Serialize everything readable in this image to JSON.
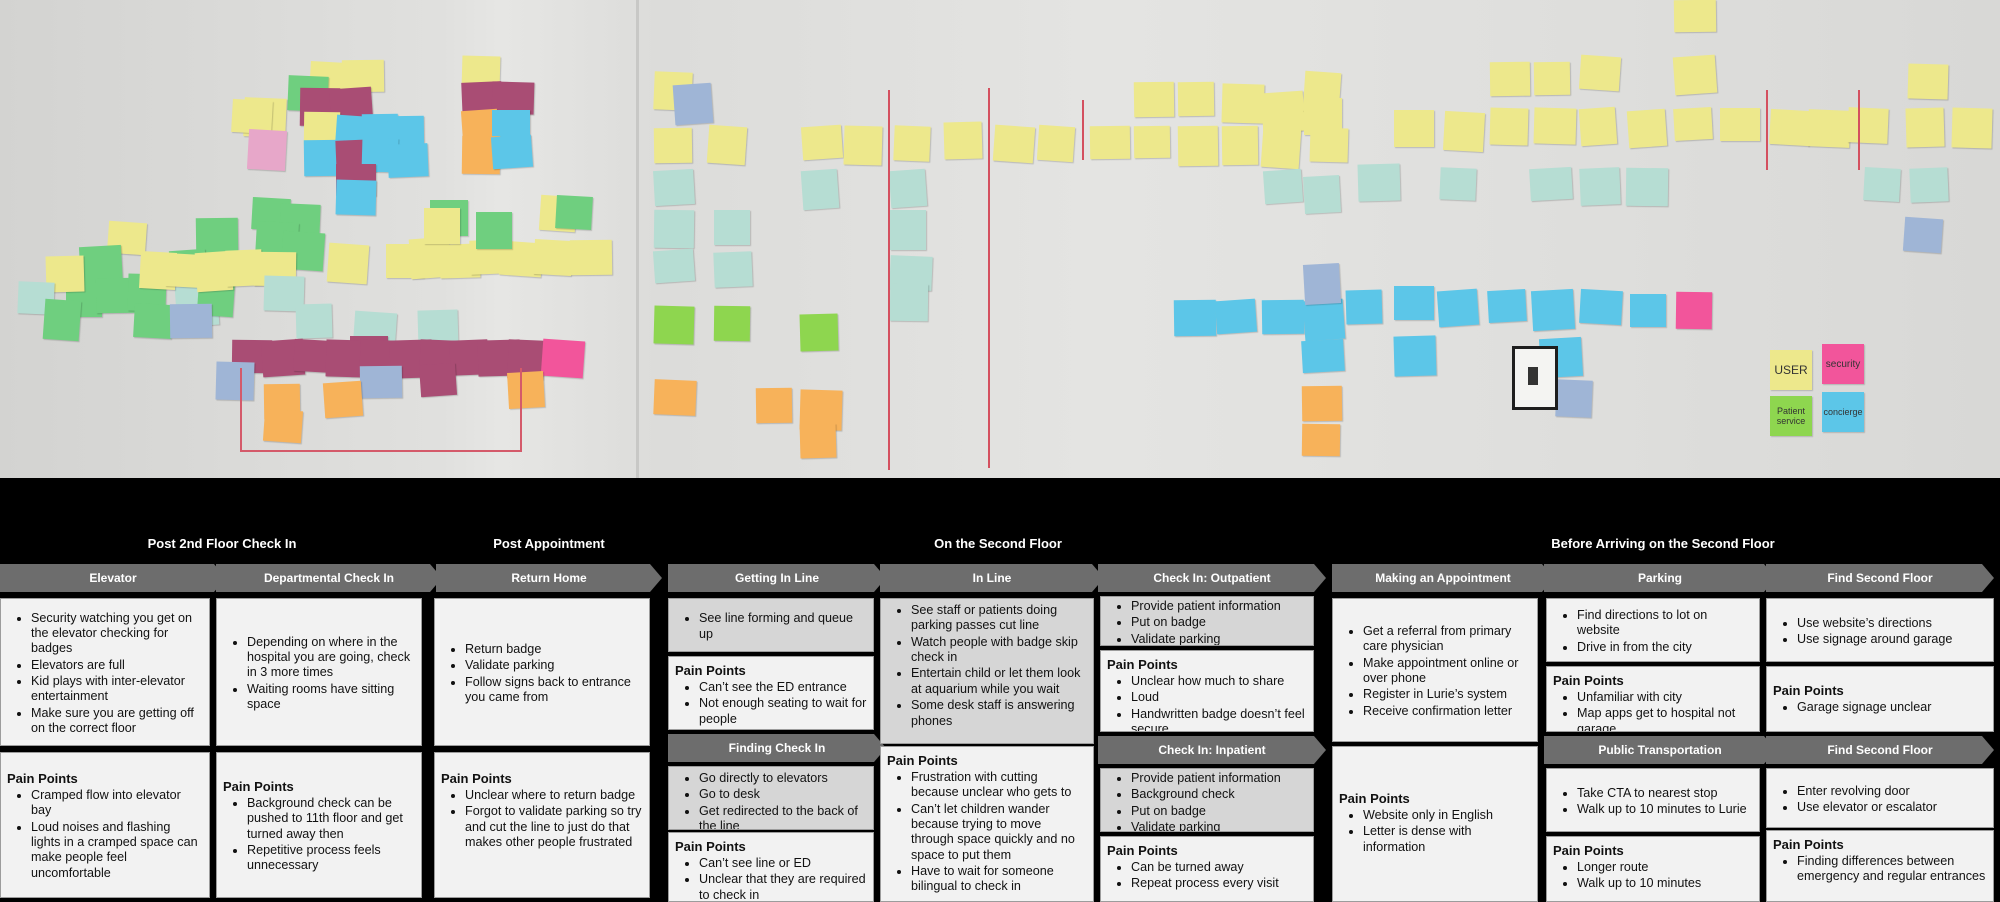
{
  "phases": {
    "post_checkin": "Post 2nd Floor Check In",
    "post_appointment": "Post Appointment",
    "on_second_floor": "On the Second Floor",
    "before_arriving": "Before Arriving on the Second Floor"
  },
  "elevator": {
    "header": "Elevator",
    "steps": [
      "Security watching you get on the elevator checking for badges",
      "Elevators are full",
      "Kid plays with inter-elevator entertainment",
      "Make sure you are getting off on the correct floor"
    ],
    "pain_label": "Pain Points",
    "pains": [
      "Cramped flow into elevator bay",
      "Loud noises and flashing lights in a cramped space can make people feel uncomfortable"
    ]
  },
  "departmental": {
    "header": "Departmental Check In",
    "steps": [
      "Depending on where in the hospital you are going, check in 3 more times",
      "Waiting rooms have sitting space"
    ],
    "pain_label": "Pain Points",
    "pains": [
      "Background check can be pushed to 11th floor and get turned away then",
      "Repetitive process feels unnecessary"
    ]
  },
  "return_home": {
    "header": "Return Home",
    "steps": [
      "Return badge",
      "Validate parking",
      "Follow signs back to entrance you came from"
    ],
    "pain_label": "Pain Points",
    "pains": [
      "Unclear where to return badge",
      "Forgot to validate parking so try and cut the line to just do that makes other people frustrated"
    ]
  },
  "getting_in_line": {
    "header": "Getting In Line",
    "steps": [
      "See line forming and queue up"
    ],
    "pain_label": "Pain Points",
    "pains": [
      "Can’t see the ED entrance",
      "Not enough seating to wait for people"
    ]
  },
  "finding_checkin": {
    "header": "Finding Check In",
    "steps": [
      "Go directly to elevators",
      "Go to desk",
      "Get redirected to the back of the line"
    ],
    "pain_label": "Pain Points",
    "pains": [
      "Can’t see line or ED",
      "Unclear that they are required to check in"
    ]
  },
  "in_line": {
    "header": "In Line",
    "steps": [
      "See staff or patients doing parking passes cut line",
      "Watch people with badge skip check in",
      "Entertain child or let them look at aquarium while you wait",
      "Some desk staff is answering phones"
    ],
    "pain_label": "Pain Points",
    "pains": [
      "Frustration with cutting because unclear who gets to",
      "Can’t let children wander because trying to move through space quickly and no space to put them",
      "Have to wait for someone bilingual to check in"
    ]
  },
  "checkin_outpatient": {
    "header": "Check In: Outpatient",
    "steps": [
      "Provide patient information",
      "Put on badge",
      "Validate parking"
    ],
    "pain_label": "Pain Points",
    "pains": [
      "Unclear how much to share",
      "Loud",
      "Handwritten badge doesn’t feel secure"
    ]
  },
  "checkin_inpatient": {
    "header": "Check In: Inpatient",
    "steps": [
      "Provide patient information",
      "Background check",
      "Put on badge",
      "Validate parking"
    ],
    "pain_label": "Pain Points",
    "pains": [
      "Can be turned away",
      "Repeat process every visit"
    ]
  },
  "making_appointment": {
    "header": "Making an Appointment",
    "steps": [
      "Get a referral from primary care physician",
      "Make appointment online or over phone",
      "Register in Lurie’s system",
      "Receive confirmation letter"
    ],
    "pain_label": "Pain Points",
    "pains": [
      "Website only in English",
      "Letter is dense with information"
    ]
  },
  "parking": {
    "header": "Parking",
    "steps": [
      "Find directions to lot on website",
      "Drive in from the city"
    ],
    "pain_label": "Pain Points",
    "pains": [
      "Unfamiliar with city",
      "Map apps get to hospital not garage"
    ]
  },
  "find_second_floor_a": {
    "header": "Find Second Floor",
    "steps": [
      "Use website’s directions",
      "Use signage around garage"
    ],
    "pain_label": "Pain Points",
    "pains": [
      "Garage signage unclear"
    ]
  },
  "public_transportation": {
    "header": "Public Transportation",
    "steps": [
      "Take CTA to nearest stop",
      "Walk up to 10 minutes to Lurie"
    ],
    "pain_label": "Pain Points",
    "pains": [
      "Longer route",
      "Walk up to 10 minutes"
    ]
  },
  "find_second_floor_b": {
    "header": "Find Second Floor",
    "steps": [
      "Enter revolving door",
      "Use elevator or escalator"
    ],
    "pain_label": "Pain Points",
    "pains": [
      "Finding differences between emergency and regular entrances"
    ]
  },
  "photo_notes": {
    "user": "USER",
    "security": "security",
    "patient_service": "Patient service",
    "concierge": "concierge"
  },
  "colors": {
    "yellow": "#ede88c",
    "orange": "#f7b25a",
    "green": "#6fcf7f",
    "teal": "#b6ddd3",
    "magenta": "#a94d74",
    "cyan": "#5cc6e8",
    "pink": "#f2559b",
    "lavender": "#9fb5d6",
    "red_line": "#d4505f",
    "phase_bg": "#000000",
    "subphase_bg": "#6d6d6d",
    "box_light": "#f2f2f2",
    "box_gray": "#d6d6d6"
  }
}
